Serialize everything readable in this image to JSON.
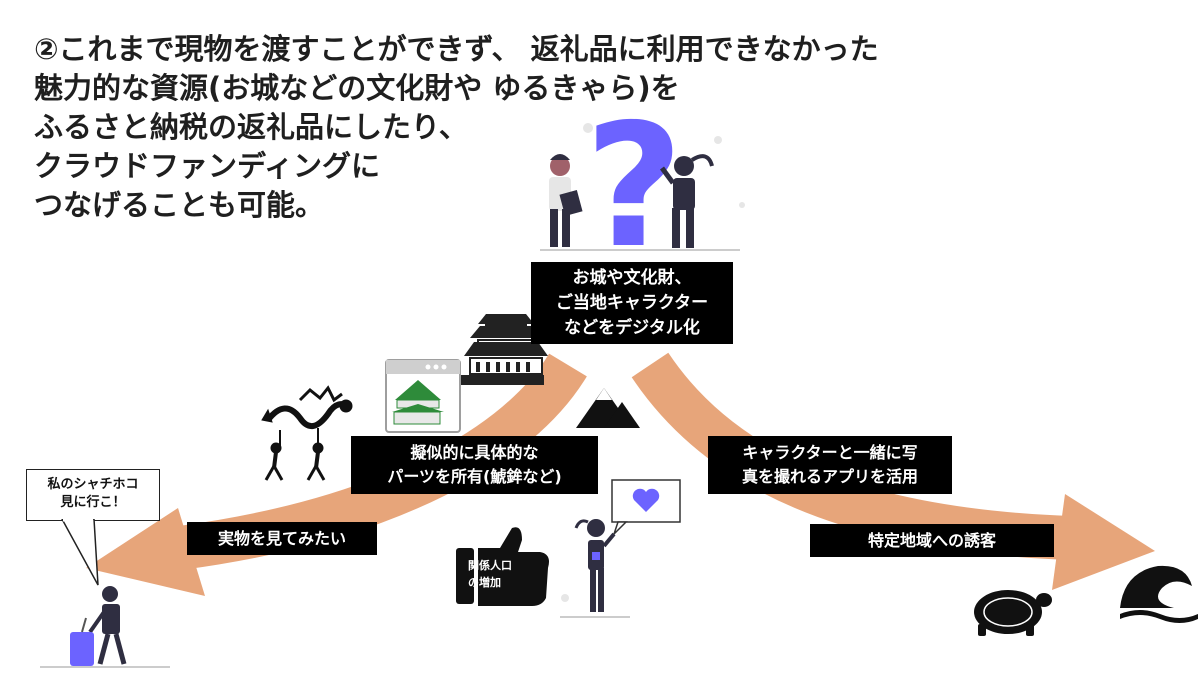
{
  "heading": {
    "line1": "②これまで現物を渡すことができず、 返礼品に利用できなかった",
    "line2": "魅力的な資源(お城などの文化財や ゆるきゃら)を",
    "line3": "ふるさと納税の返礼品にしたり、",
    "line4": "クラウドファンディングに",
    "line5": "つなげることも可能。"
  },
  "center_box": {
    "line1": "お城や文化財、",
    "line2": "ご当地キャラクター",
    "line3": "などをデジタル化"
  },
  "left_box": {
    "line1": "擬似的に具体的な",
    "line2": "パーツを所有(鯱鉾など)"
  },
  "right_box": {
    "line1": "キャラクターと一緒に写",
    "line2": "真を撮れるアプリを活用"
  },
  "left_label": "実物を見てみたい",
  "right_label": "特定地域への誘客",
  "speech": {
    "line1": "私のシャチホコ",
    "line2": "見に行こ！"
  },
  "thumb_label": {
    "line1": "関係人口",
    "line2": "の増加"
  },
  "colors": {
    "arrow": "#e7a57a",
    "accent": "#6c63ff",
    "box": "#000000",
    "person": "#2f2e41"
  }
}
